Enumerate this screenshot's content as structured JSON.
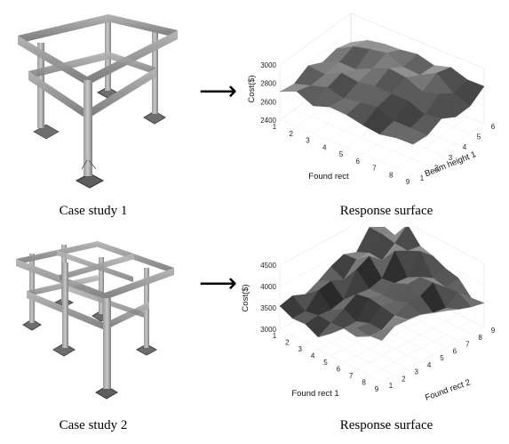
{
  "figure": {
    "row1": {
      "left_caption": "Case study 1",
      "arrow": "⟶",
      "right_caption": "Response surface"
    },
    "row2": {
      "left_caption": "Case study 2",
      "arrow": "⟶",
      "right_caption": "Response surface"
    }
  },
  "chart_data": [
    {
      "type": "surface",
      "zlabel": "Cost($)",
      "xlabel": "Found rect",
      "ylabel": "Beam height 1",
      "x_ticks": [
        "1",
        "2",
        "3",
        "4",
        "5",
        "6",
        "7",
        "8",
        "9"
      ],
      "y_ticks": [
        "1",
        "2",
        "3",
        "4",
        "5",
        "6"
      ],
      "z_ticks": [
        "2400",
        "2600",
        "2800",
        "3000"
      ],
      "zlim": [
        2400,
        3000
      ]
    },
    {
      "type": "surface",
      "zlabel": "Cost($)",
      "xlabel": "Found rect 1",
      "ylabel": "Found rect 2",
      "x_ticks": [
        "1",
        "2",
        "3",
        "4",
        "5",
        "6",
        "7",
        "8",
        "9"
      ],
      "y_ticks": [
        "1",
        "2",
        "3",
        "4",
        "5",
        "6",
        "7",
        "8",
        "9"
      ],
      "z_ticks": [
        "3000",
        "3500",
        "4000",
        "4500"
      ],
      "zlim": [
        3000,
        4500
      ]
    }
  ]
}
